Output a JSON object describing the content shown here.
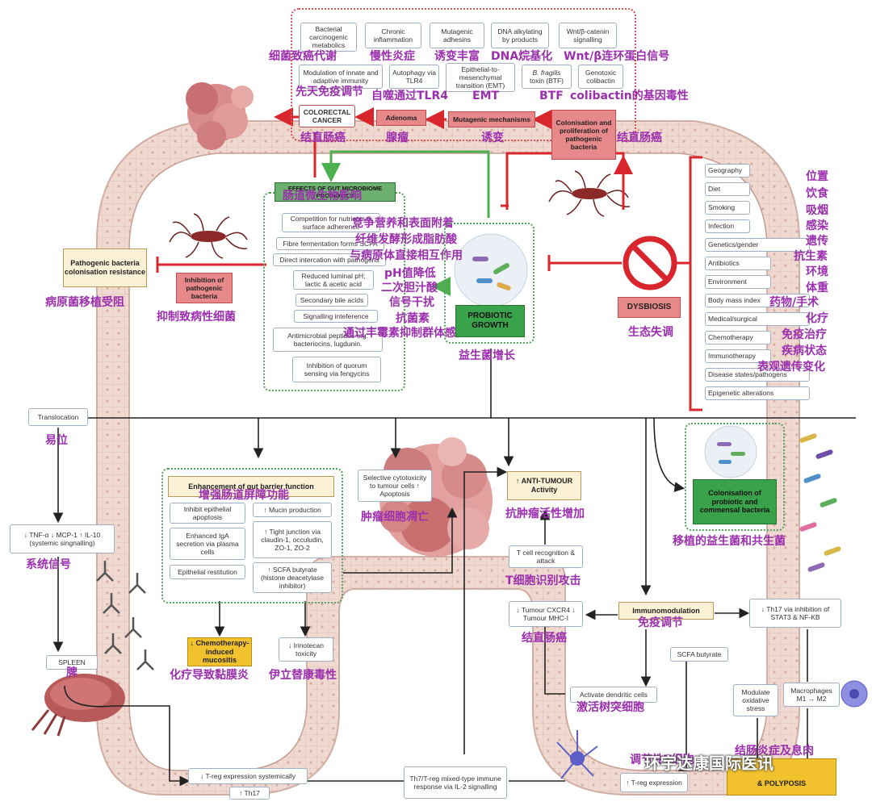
{
  "top_mechanisms": {
    "bacterial_carcinogenic": "Bacterial carcinogenic metabolics",
    "chronic_inflammation": "Chronic inflammation",
    "mutagenic_adhesins": "Mutagenic adhesins",
    "dna_alkylating": "DNA alkylating by products",
    "wnt_catenin": "Wnt/β-catenin signalling",
    "innate_immunity": "Modulation of innate and adaptive immunity",
    "autophagy": "Autophagy via TLR4",
    "emt": "Epithelial-to-mesenchymal transition (EMT)",
    "bfragilis_italic": "B. fragilis",
    "bfragilis_rest": "toxin (BTF)",
    "genotoxic": "Genotoxic colibactin"
  },
  "top_cn": {
    "bacterial_carcinogenic": "细菌致癌代谢",
    "chronic_inflammation": "慢性炎症",
    "mutagenic_adhesins": "诱变丰富",
    "dna_alkylating": "DNA烷基化",
    "wnt_catenin": "Wnt/β连环蛋白信号",
    "innate_immunity": "先天免疫调节",
    "autophagy": "自噬通过TLR4",
    "emt": "EMT",
    "btf": "BTF",
    "genotoxic": "colibactin的基因毒性"
  },
  "cancer_pathway": {
    "colorectal_cancer": "COLORECTAL CANCER",
    "colorectal_cancer_cn": "结直肠癌",
    "adenoma": "Adenoma",
    "adenoma_cn": "腺瘤",
    "mutagenic_mechanisms": "Mutagenic mechanisms",
    "mutagenic_mechanisms_cn": "诱变",
    "colonisation": "Colonisation and proliferation of pathogenic bacteria",
    "colonisation_cn": "结直肠癌"
  },
  "dysbiosis": {
    "label": "DYSBIOSIS",
    "label_cn": "生态失调",
    "factors": [
      "Geography",
      "Diet",
      "Smoking",
      "Infection",
      "Genetics/gender",
      "Antibiotics",
      "Environment",
      "Body mass index",
      "Medical/surgical",
      "Chemotherapy",
      "Immunotherapy",
      "Disease states/pathogens",
      "Epigenetic alterations"
    ],
    "factors_cn": [
      "位置",
      "饮食",
      "吸烟",
      "感染",
      "遗传",
      "抗生素",
      "环境",
      "体重",
      "药物/手术",
      "化疗",
      "免疫治疗",
      "疾病状态",
      "表观遗传变化"
    ]
  },
  "probiotic_effects": {
    "title": "EFFECTS OF GUT MICROBIOME PROBIOTICS",
    "title_cn": "肠道微生物影响",
    "items": [
      "Competition for nutrients & surface adherence",
      "Fibre fermentation forms SCFA",
      "Direct intercation with pathogens",
      "Reduced luminal pH; lactic & acetic acid",
      "Secondary bile acids",
      "Signalling inteference",
      "Antimicrobial peptides e.g. bacteriocins, lugdunin.",
      "Inhibition of quorum sensing via fengycins"
    ],
    "items_cn": [
      "竞争营养和表面附着",
      "纤维发酵形成脂肪酸",
      "与病原体直接相互作用",
      "pH值降低",
      "二次胆汁酸",
      "信号干扰",
      "抗菌素",
      "通过丰霉素抑制群体感应"
    ]
  },
  "probiotic_growth": {
    "label": "PROBIOTIC GROWTH",
    "label_cn": "益生菌增长"
  },
  "pathogen_resistance": {
    "resistance": "Pathogenic bacteria colonisation resistance",
    "resistance_cn": "病原菌移植受阻",
    "inhibition": "Inhibition of pathogenic bacteria",
    "inhibition_cn": "抑制致病性细菌"
  },
  "translocation": {
    "label": "Translocation",
    "label_cn": "易位",
    "systemic": "↓ TNF-α  ↓ MCP-1 ↑ IL-10 (systemic singnalling)",
    "systemic_cn": "系统信号",
    "spleen": "SPLEEN",
    "spleen_cn": "脾"
  },
  "barrier": {
    "title": "Enhancement of gut barrier function",
    "title_cn": "增强肠道屏障功能",
    "inhibit_apoptosis": "Inhibit epithelial apoptosis",
    "mucin": "↑ Mucin production",
    "iga": "Enhanced IgA secretion via plasma cells",
    "tight_junction": "↑ Tight junction via claudin-1, occuludin, ZO-1, ZO-2",
    "restitution": "Epithelial restitution",
    "scfa_butyrate": "↑ SCFA butyrate (histone deacetylase inhibitor)",
    "mucositis": "↓ Chemotherapy-induced mucositis",
    "mucositis_cn": "化疗导致黏膜炎",
    "irinotecan": "↓ Irinotecan toxicity",
    "irinotecan_cn": "伊立替康毒性"
  },
  "cytotoxicity": {
    "label": "Selective cytotoxicity to tumour cells ↑ Apoptosis",
    "label_cn": "肿瘤细胞凋亡"
  },
  "anti_tumour": {
    "label": "↑ ANTI-TUMOUR Activity",
    "label_cn": "抗肿瘤活性增加",
    "t_cell": "T cell recognition & attack",
    "t_cell_cn": "T细胞识别攻击",
    "cxcr4": "↓ Tumour CXCR4 ↓ Tumour MHC-I",
    "cxcr4_cn": "结直肠癌"
  },
  "immuno": {
    "label": "Immunomodulation",
    "label_cn": "免疫调节",
    "th17": "↓ Th17 via inhibition of STAT3 & NF-KB",
    "scfa": "SCFA butyrate",
    "oxidative": "Modulate oxidative stress",
    "macrophages": "Macrophages M1 → M2",
    "dendritic": "Activate dendritic cells",
    "dendritic_cn": "激活树突细胞",
    "treg_expression": "↑ T-reg expression",
    "treg_cn": "调节性T细胞",
    "polyposis": "& POLYPOSIS",
    "polyposis_cn": "结肠炎症及息肉"
  },
  "colonisation_probiotic": {
    "label": "Colonisation of probiotic and commensal bacteria",
    "label_cn": "移植的益生菌和共生菌"
  },
  "bottom": {
    "treg_systemic": "↓ T-reg expression systemically",
    "th17": "↑ Th17",
    "th7_treg": "Th7/T-reg mixed-type immune response via IL-2 signalling"
  },
  "watermark": "环宇达康国际医讯",
  "colors": {
    "red_arrow": "#d8262c",
    "green_arrow": "#4caf50",
    "label_purple": "#9b2fae",
    "gut_wall": "#ecd4cc"
  }
}
